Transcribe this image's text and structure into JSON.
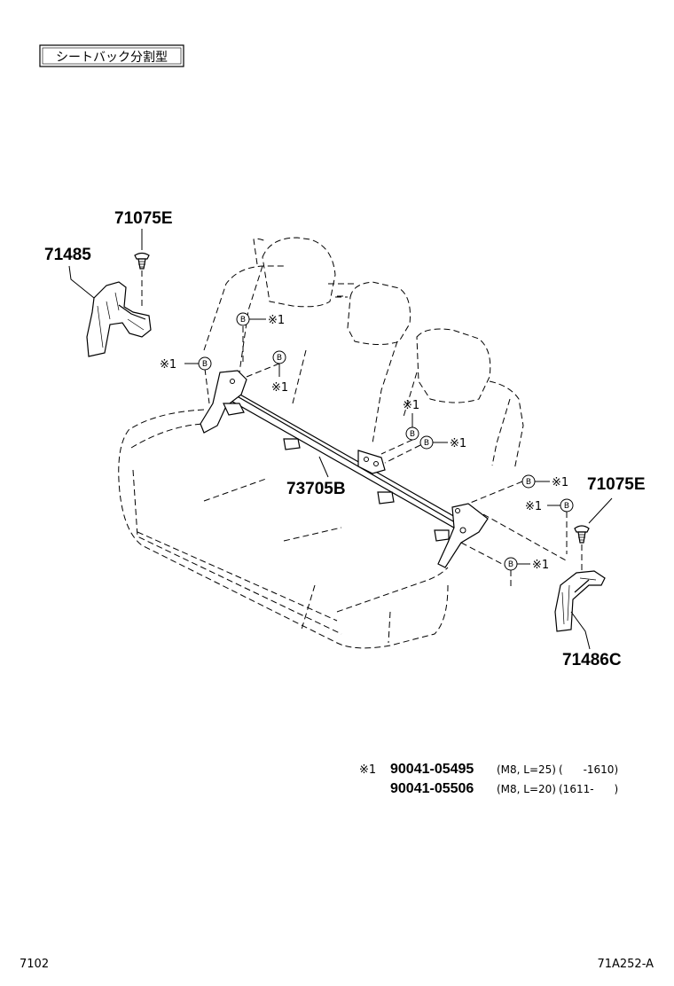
{
  "title_box": "シートバック分割型",
  "bolt_label": "※1",
  "bolt_marker": "B",
  "parts": {
    "clip_left": "71075E",
    "cover_left": "71485",
    "bar": "73705B",
    "clip_right": "71075E",
    "cover_right": "71486C"
  },
  "footnote": {
    "marker": "※1",
    "rows": [
      {
        "part_no": "90041-05495",
        "spec": "(M8, L=25)",
        "range": "(      -1610)"
      },
      {
        "part_no": "90041-05506",
        "spec": "(M8, L=20)",
        "range": "(1611-      )"
      }
    ]
  },
  "corner": {
    "left": "7102",
    "right": "71A252-A"
  }
}
